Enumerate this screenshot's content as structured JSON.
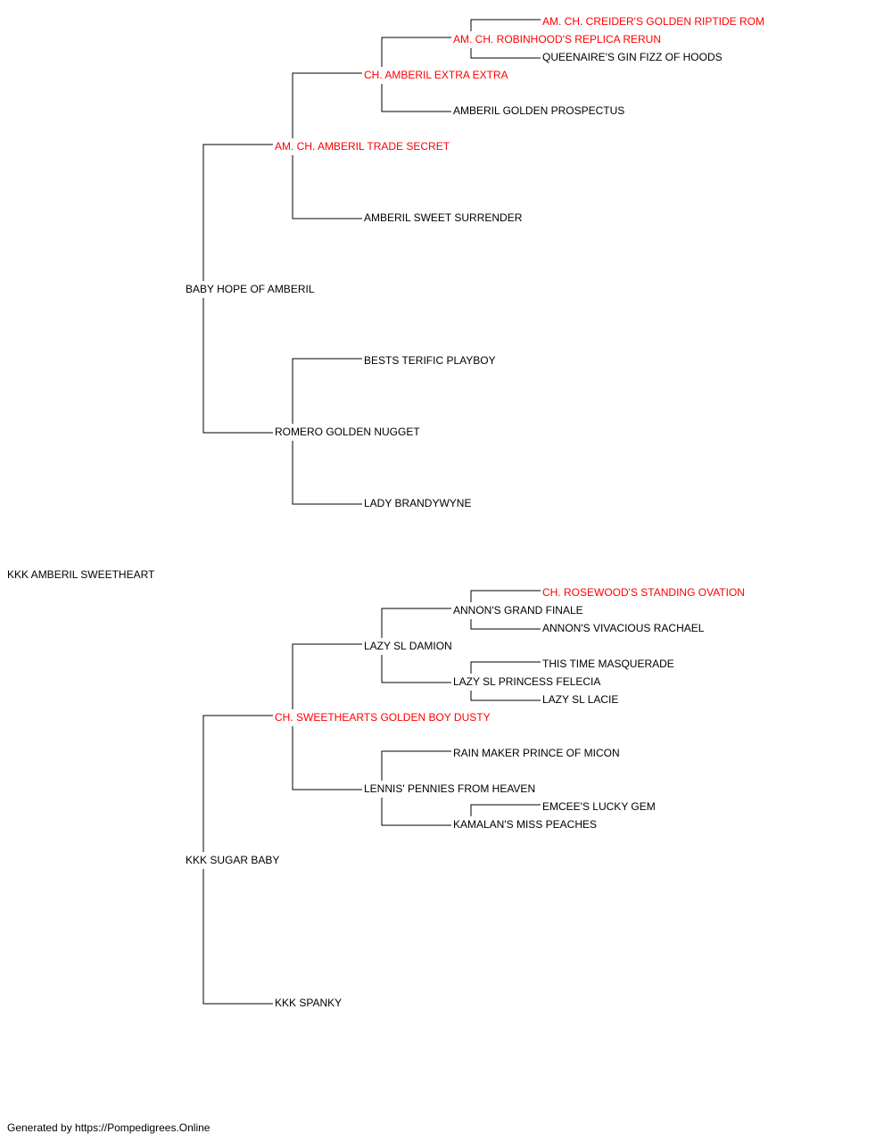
{
  "colors": {
    "champion": "#ff0000",
    "normal": "#000000",
    "line": "#000000"
  },
  "subject": {
    "name": "KKK AMBERIL SWEETHEART",
    "champion": false
  },
  "sire": {
    "name": "BABY HOPE OF AMBERIL",
    "champion": false
  },
  "dam": {
    "name": "KKK SUGAR BABY",
    "champion": false
  },
  "sire_sire": {
    "name": "AM. CH. AMBERIL TRADE SECRET",
    "champion": true
  },
  "sire_dam": {
    "name": "ROMERO GOLDEN NUGGET",
    "champion": false
  },
  "dam_sire": {
    "name": "CH. SWEETHEARTS GOLDEN BOY DUSTY",
    "champion": true
  },
  "dam_dam": {
    "name": "KKK SPANKY",
    "champion": false
  },
  "ss_sire": {
    "name": "CH. AMBERIL EXTRA EXTRA",
    "champion": true
  },
  "ss_dam": {
    "name": "AMBERIL SWEET SURRENDER",
    "champion": false
  },
  "sd_sire": {
    "name": "BESTS TERIFIC PLAYBOY",
    "champion": false
  },
  "sd_dam": {
    "name": "LADY BRANDYWYNE",
    "champion": false
  },
  "ds_sire": {
    "name": "LAZY SL DAMION",
    "champion": false
  },
  "ds_dam": {
    "name": "LENNIS' PENNIES FROM HEAVEN",
    "champion": false
  },
  "sss_sire": {
    "name": "AM. CH. ROBINHOOD'S REPLICA RERUN",
    "champion": true
  },
  "sss_dam": {
    "name": "AMBERIL GOLDEN PROSPECTUS",
    "champion": false
  },
  "dss_sire": {
    "name": "ANNON'S GRAND FINALE",
    "champion": false
  },
  "dss_dam": {
    "name": "LAZY SL PRINCESS FELECIA",
    "champion": false
  },
  "dsd_sire": {
    "name": "RAIN MAKER PRINCE OF MICON",
    "champion": false
  },
  "dsd_dam": {
    "name": "KAMALAN'S MISS PEACHES",
    "champion": false
  },
  "ssss_sire": {
    "name": "AM. CH. CREIDER'S GOLDEN RIPTIDE ROM",
    "champion": true
  },
  "ssss_dam": {
    "name": "QUEENAIRE'S GIN FIZZ OF HOODS",
    "champion": false
  },
  "dsss_sire": {
    "name": "CH. ROSEWOOD'S STANDING OVATION",
    "champion": true
  },
  "dsss_dam": {
    "name": "ANNON'S VIVACIOUS RACHAEL",
    "champion": false
  },
  "dssd_sire": {
    "name": "THIS TIME MASQUERADE",
    "champion": false
  },
  "dssd_dam": {
    "name": "LAZY SL LACIE",
    "champion": false
  },
  "dsdd_sire": {
    "name": "EMCEE'S LUCKY GEM",
    "champion": false
  },
  "footer": {
    "text": "Generated by https://Pompedigrees.Online"
  }
}
